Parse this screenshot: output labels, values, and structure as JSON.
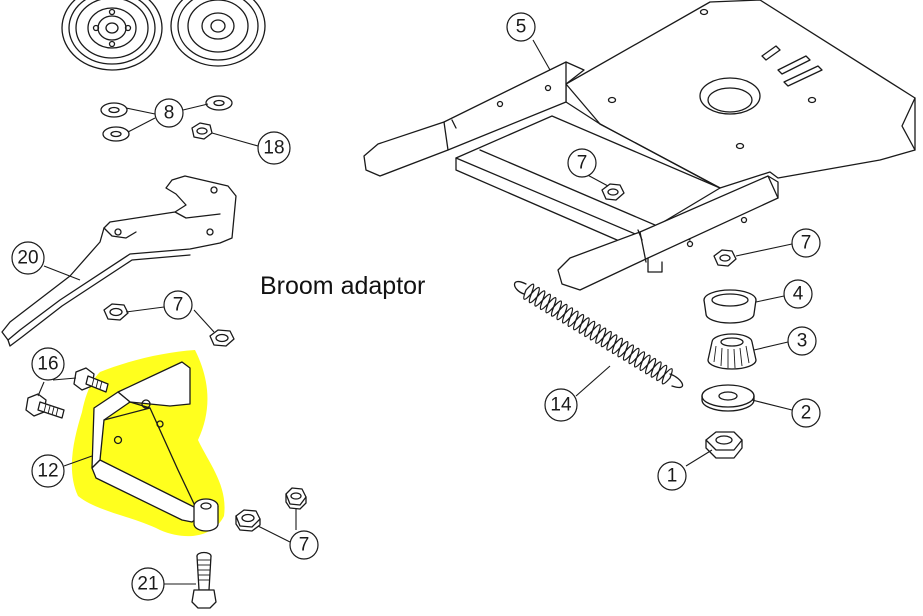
{
  "diagram": {
    "label": "Broom adaptor",
    "highlight_color": "#ffff1e",
    "line_color": "#1a1a1a"
  },
  "callouts": {
    "c1": "1",
    "c2": "2",
    "c3": "3",
    "c4": "4",
    "c5": "5",
    "c7a": "7",
    "c7b": "7",
    "c7c": "7",
    "c7d": "7",
    "c8": "8",
    "c12": "12",
    "c14": "14",
    "c16": "16",
    "c18": "18",
    "c20": "20",
    "c21": "21"
  }
}
